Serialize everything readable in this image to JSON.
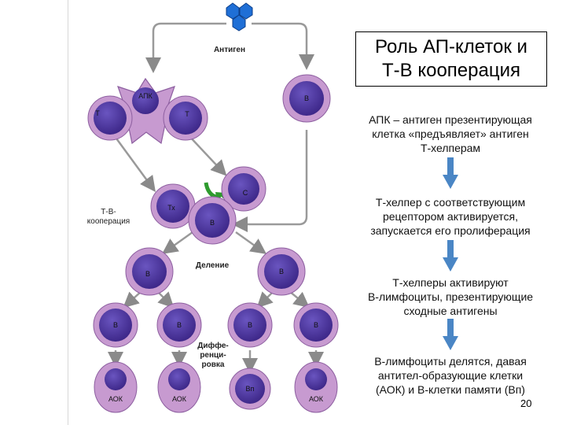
{
  "diagram": {
    "antigen_label": "Антиген",
    "tb_coop_label": "Т-В-\nкооперация",
    "division_label": "Деление",
    "differentiation_label": "Диффе-\nренци-\nровка",
    "cells": {
      "apc": "АПК",
      "t_left": "Т",
      "t_right": "Т",
      "b_top": "В",
      "th": "Тх",
      "c_cell": "С",
      "b_center": "В",
      "b_div_left": "В",
      "b_div_right": "В",
      "b_gen1": "В",
      "b_gen2": "В",
      "b_gen3": "В",
      "b_gen4": "В",
      "aok1": "АОК",
      "aok2": "АОК",
      "bp": "Вп",
      "aok3": "АОК"
    }
  },
  "title": "Роль АП-клеток и\nТ-В кооперация",
  "steps": [
    "АПК – антиген презентирующая\nклетка «предъявляет» антиген\nТ-хелперам",
    "Т-хелпер с соответствующим\nрецептором активируется,\nзапускается его пролиферация",
    "Т-хелперы активируют\nВ-лимфоциты, презентирующие\nсходные антигены",
    "В-лимфоциты делятся, давая\nантител-образующие клетки\n(АОК) и В-клетки памяти (Вп)"
  ],
  "page_number": "20",
  "colors": {
    "cell_outer": "#c79ad0",
    "cell_nucleus": "#4a2f9a",
    "antigen_blue": "#1f6fd6",
    "arrow_blue": "#4a86c5",
    "green_arrow": "#2e9b2e"
  }
}
